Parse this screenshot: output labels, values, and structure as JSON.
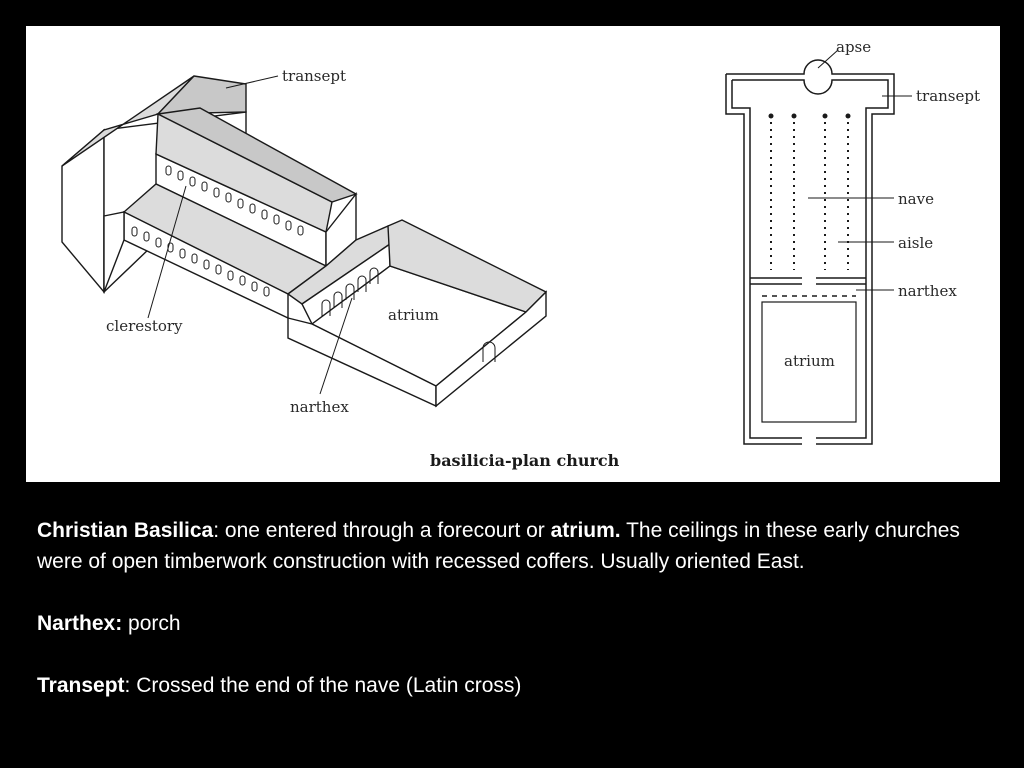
{
  "diagram": {
    "left_labels": {
      "transept": "transept",
      "clerestory": "clerestory",
      "atrium": "atrium",
      "narthex": "narthex"
    },
    "right_labels": {
      "apse": "apse",
      "transept": "transept",
      "nave": "nave",
      "aisle": "aisle",
      "narthex": "narthex",
      "atrium": "atrium"
    },
    "caption": "basilicia-plan church"
  },
  "text": {
    "p1_term1": "Christian Basilica",
    "p1_part1": ": one entered through a forecourt or ",
    "p1_term2": "atrium.",
    "p1_part2": " The ceilings in these early churches were of open timberwork construction with recessed coffers. Usually oriented East.",
    "p2_term": "Narthex:",
    "p2_def": " porch",
    "p3_term": "Transept",
    "p3_def": ": Crossed the end of the nave (Latin cross)"
  }
}
